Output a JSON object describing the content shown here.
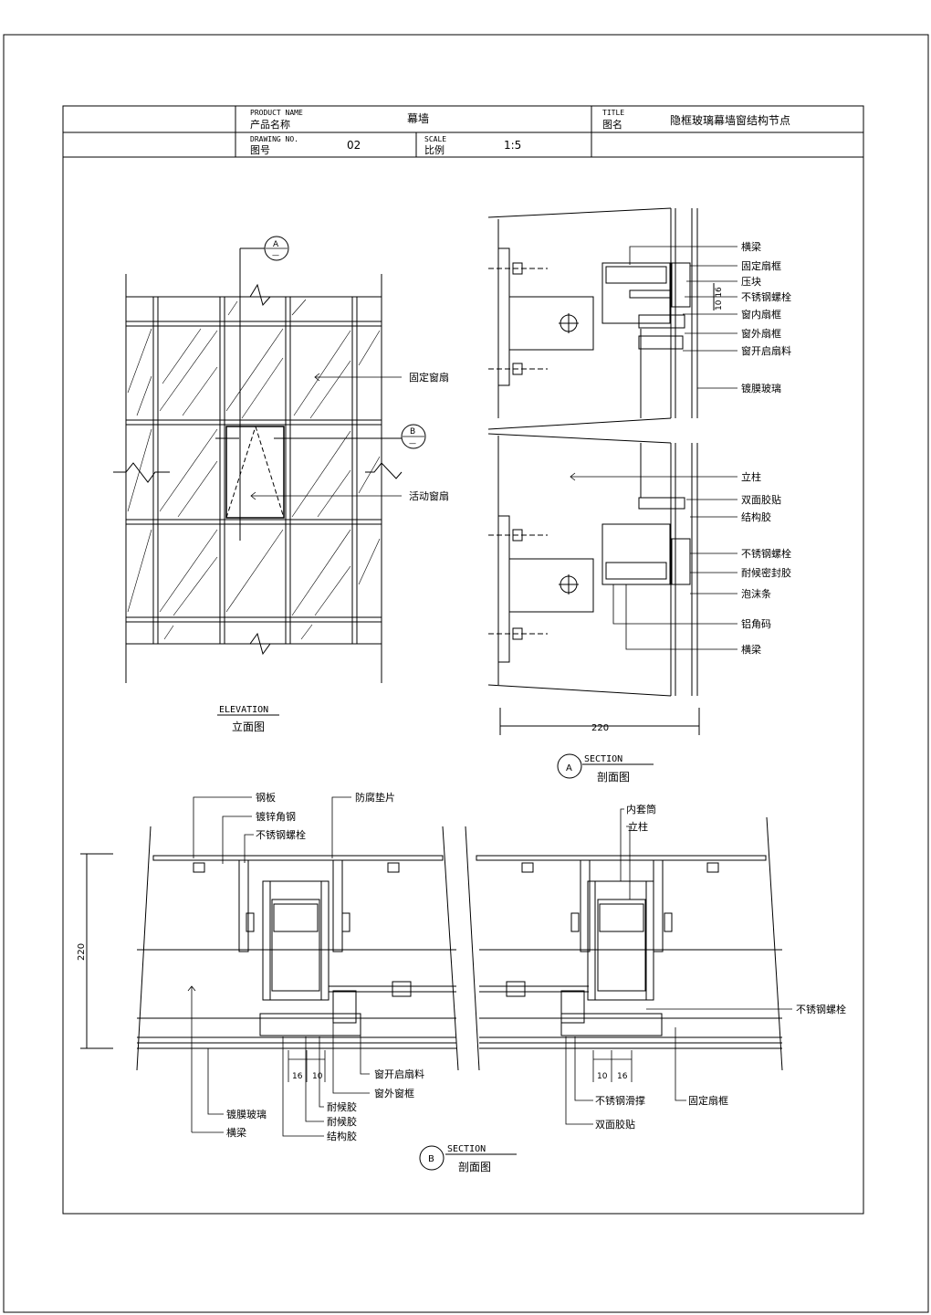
{
  "title_block": {
    "product_name_en": "PRODUCT NAME",
    "product_name_cn": "产品名称",
    "product_value": "幕墙",
    "title_en": "TITLE",
    "title_cn": "图名",
    "title_value": "隐框玻璃幕墙窗结构节点",
    "drawing_no_en": "DRAWING NO.",
    "drawing_no_cn": "图号",
    "drawing_no_value": "02",
    "scale_en": "SCALE",
    "scale_cn": "比例",
    "scale_value": "1:5"
  },
  "elevation": {
    "caption_en": "ELEVATION",
    "caption_cn": "立面图",
    "marker_a": "A",
    "marker_b": "B",
    "marker_dash": "—",
    "label_fixed_sash": "固定窗扇",
    "label_active_sash": "活动窗扇"
  },
  "section_a": {
    "marker": "A",
    "caption_en": "SECTION",
    "caption_cn": "剖面图",
    "dim_220": "220",
    "dim_10_16": "10 16",
    "labels": [
      "横梁",
      "固定扇框",
      "压块",
      "不锈钢螺栓",
      "窗内扇框",
      "窗外扇框",
      "窗开启扇料",
      "镀膜玻璃",
      "立柱",
      "双面胶贴",
      "结构胶",
      "不锈钢螺栓",
      "耐候密封胶",
      "泡沫条",
      "铝角码",
      "横梁"
    ]
  },
  "section_b": {
    "marker": "B",
    "caption_en": "SECTION",
    "caption_cn": "剖面图",
    "dim_220": "220",
    "dim_16": "16",
    "dim_10": "10",
    "labels_left": [
      "钢板",
      "镀锌角钢",
      "不锈钢螺栓",
      "防腐垫片",
      "窗开启扇料",
      "窗外窗框",
      "耐候胶",
      "耐候胶",
      "结构胶",
      "镀膜玻璃",
      "横梁"
    ],
    "labels_right": [
      "内套筒",
      "立柱",
      "不锈钢螺栓",
      "不锈钢滑撑",
      "双面胶贴",
      "固定扇框"
    ]
  }
}
